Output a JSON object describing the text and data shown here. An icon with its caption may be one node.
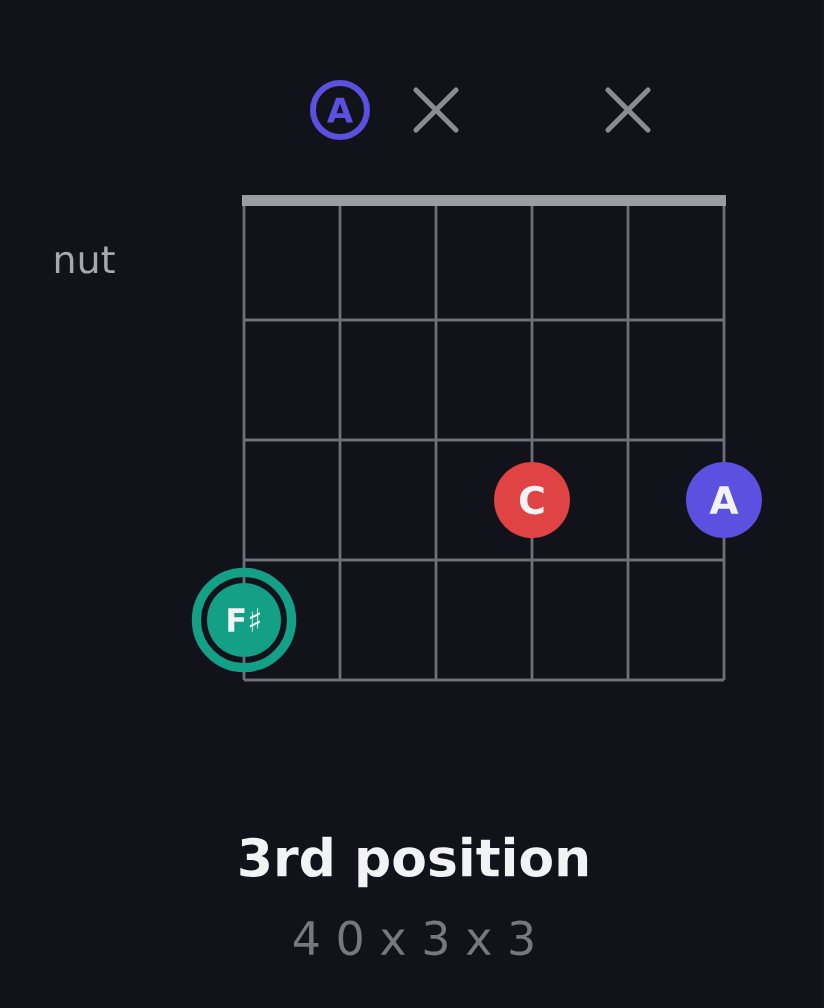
{
  "diagram": {
    "title": "3rd position",
    "caption": "4 0 x 3 x 3",
    "nodes": [
      {
        "text": [
          "A"
        ]
      },
      {
        "text": [
          "C"
        ]
      },
      {
        "text": [
          "A"
        ]
      },
      {
        "text": [
          "F♯"
        ]
      }
    ],
    "labels": [
      "nut"
    ]
  }
}
